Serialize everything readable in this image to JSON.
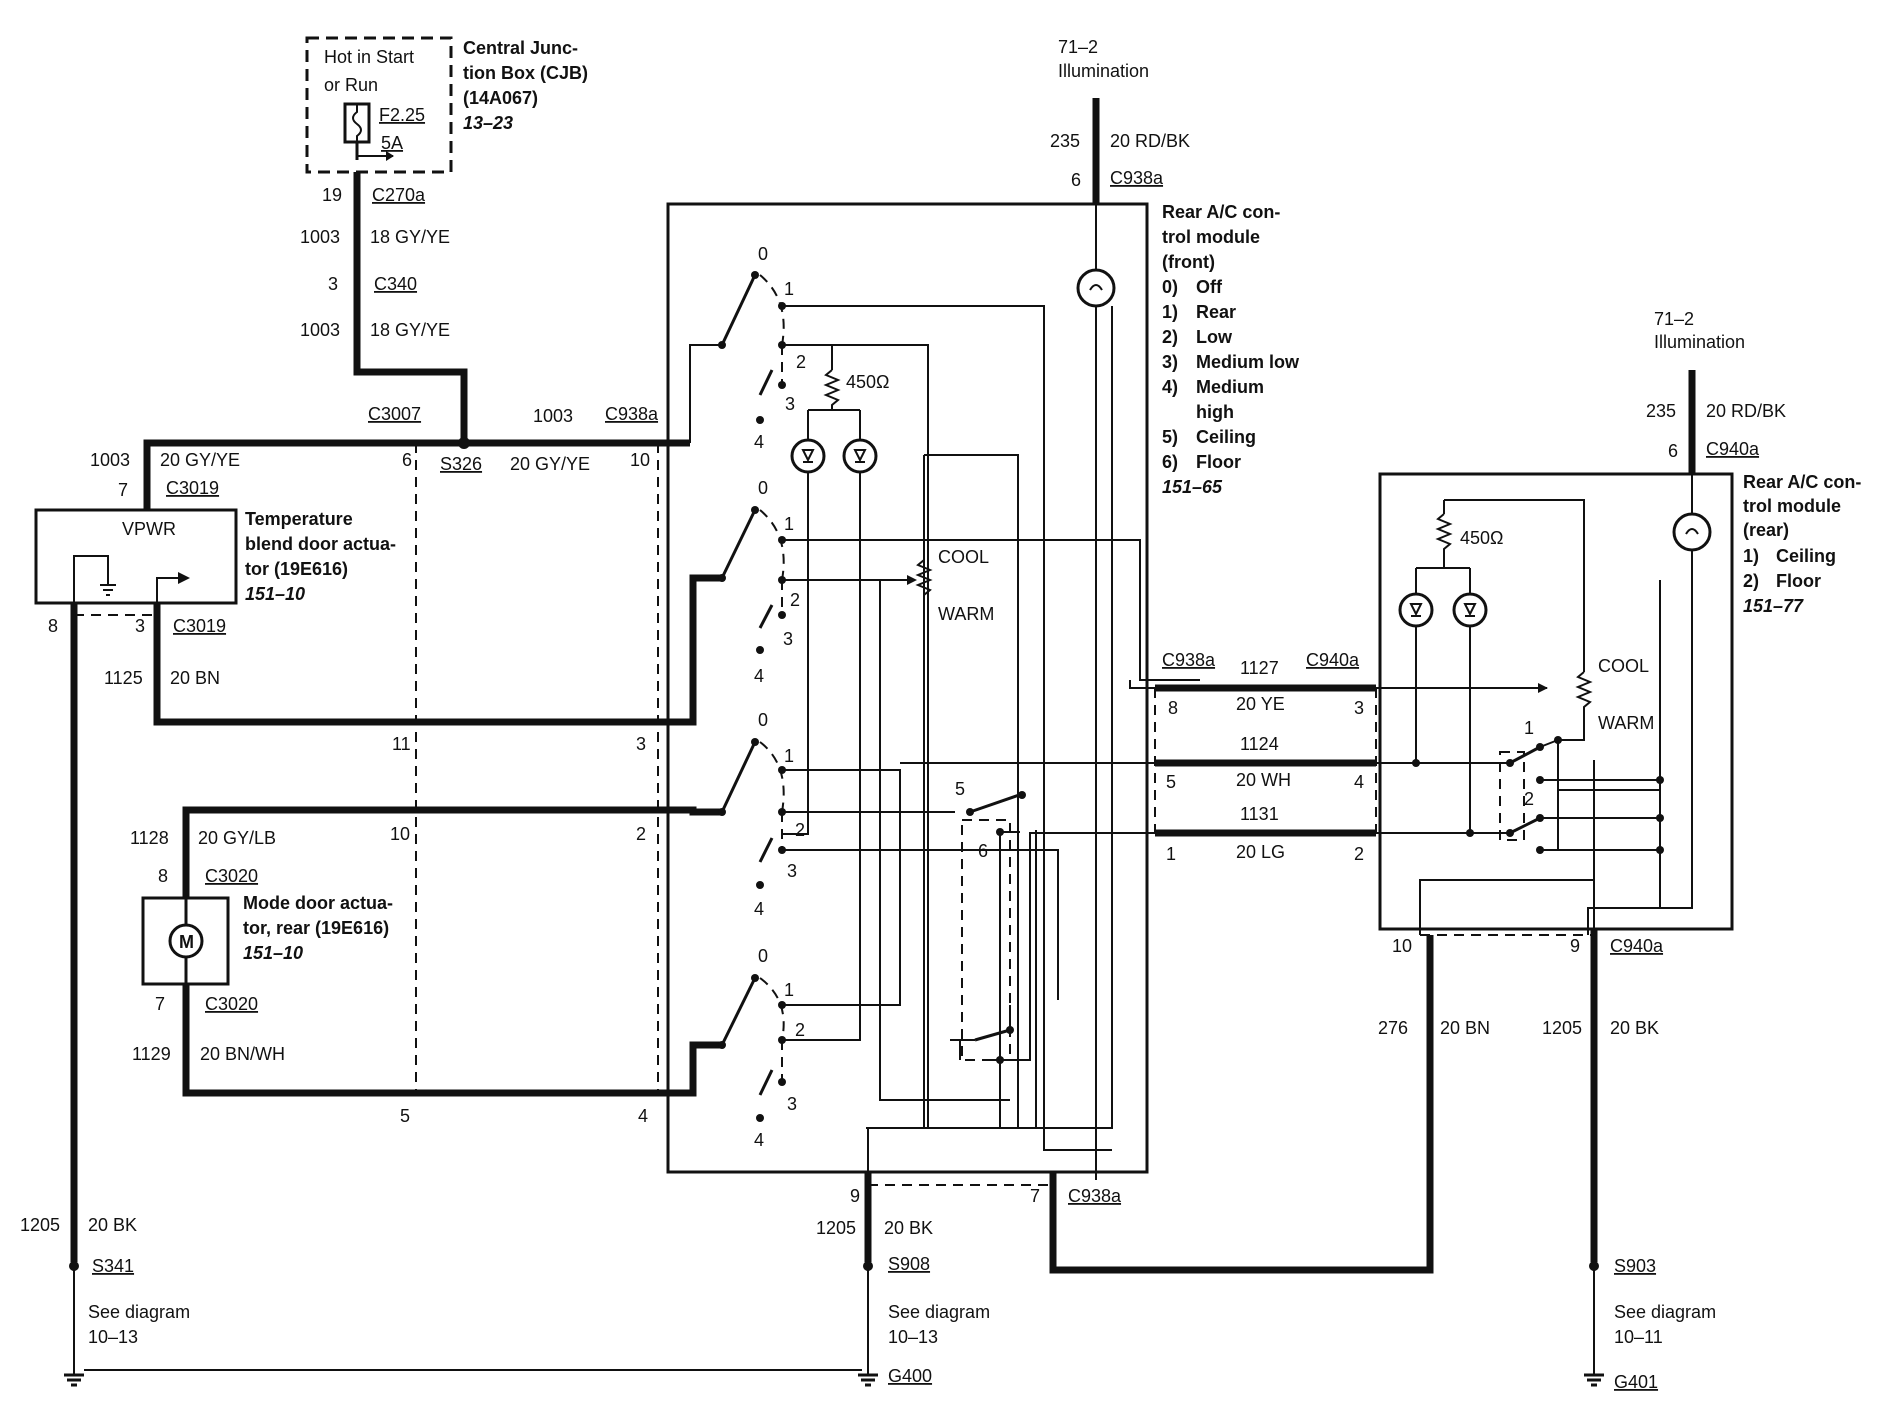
{
  "cjb": {
    "hot_label_1": "Hot in Start",
    "hot_label_2": "or Run",
    "fuse": "F2.25",
    "fuse_rating": "5A",
    "title_1": "Central Junc-",
    "title_2": "tion Box (CJB)",
    "part": "(14A067)",
    "ref": "13–23"
  },
  "illum_front": {
    "title_1": "71–2",
    "title_2": "Illumination",
    "circuit": "235",
    "wire": "20 RD/BK",
    "pin": "6",
    "connector": "C938a"
  },
  "illum_rear": {
    "title_1": "71–2",
    "title_2": "Illumination",
    "circuit": "235",
    "wire": "20 RD/BK",
    "pin": "6",
    "connector": "C940a"
  },
  "feed": {
    "c270a_pin": "19",
    "c270a": "C270a",
    "circuit1": "1003",
    "wire1": "18 GY/YE",
    "c340_pin": "3",
    "c340": "C340",
    "circuit2": "1003",
    "wire2": "18 GY/YE",
    "c3007": "C3007",
    "s326": "S326",
    "circuit3": "1003",
    "c938a": "C938a",
    "circuit_left": "1003",
    "wire_left": "20 GY/YE",
    "pin_left": "7",
    "c3019": "C3019",
    "pin_6": "6",
    "wire_mid": "20 GY/YE",
    "pin_10": "10"
  },
  "front_module": {
    "title": [
      "Rear A/C con-",
      "trol module",
      "(front)"
    ],
    "modes": [
      {
        "n": "0)",
        "label": "Off"
      },
      {
        "n": "1)",
        "label": "Rear"
      },
      {
        "n": "2)",
        "label": "Low"
      },
      {
        "n": "3)",
        "label": "Medium low"
      },
      {
        "n": "4)",
        "label": "Medium"
      },
      {
        "n": "",
        "label": "high"
      },
      {
        "n": "5)",
        "label": "Ceiling"
      },
      {
        "n": "6)",
        "label": "Floor"
      }
    ],
    "ref": "151–65",
    "resistor": "450Ω",
    "cool": "COOL",
    "warm": "WARM",
    "pos": [
      "0",
      "1",
      "2",
      "3",
      "4"
    ],
    "pos5": "5",
    "pos6": "6"
  },
  "temp_actuator": {
    "vpwr": "VPWR",
    "title": [
      "Temperature",
      "blend door actua-",
      "tor (19E616)"
    ],
    "ref": "151–10",
    "pin8": "8",
    "pin3": "3",
    "c3019": "C3019",
    "circuit": "1125",
    "wire": "20 BN",
    "pin11": "11",
    "pin3b": "3"
  },
  "mode_actuator": {
    "title": [
      "Mode door actua-",
      "tor, rear (19E616)"
    ],
    "ref": "151–10",
    "motor": "M",
    "circuit1": "1128",
    "wire1": "20 GY/LB",
    "pin10": "10",
    "pin2": "2",
    "pin8": "8",
    "c3020a": "C3020",
    "pin7": "7",
    "c3020b": "C3020",
    "circuit2": "1129",
    "wire2": "20 BN/WH",
    "pin5": "5",
    "pin4": "4"
  },
  "ground_left": {
    "circuit": "1205",
    "wire": "20 BK",
    "splice": "S341",
    "see_1": "See diagram",
    "see_2": "10–13"
  },
  "ground_mid": {
    "pin9": "9",
    "circuit": "1205",
    "wire": "20 BK",
    "splice": "S908",
    "see_1": "See diagram",
    "see_2": "10–13",
    "ground": "G400",
    "pin7": "7",
    "c938a": "C938a"
  },
  "ground_right": {
    "pin10": "10",
    "pin9": "9",
    "c940a": "C940a",
    "circuit_a": "276",
    "wire_a": "20 BN",
    "circuit_b": "1205",
    "wire_b": "20 BK",
    "splice": "S903",
    "see_1": "See diagram",
    "see_2": "10–11",
    "ground": "G401"
  },
  "interconnect": {
    "c938a": "C938a",
    "c940a": "C940a",
    "c1": "1127",
    "w1": "20 YE",
    "p1l": "8",
    "p1r": "3",
    "c2": "1124",
    "w2": "20 WH",
    "p2l": "5",
    "p2r": "4",
    "c3": "1131",
    "w3": "20 LG",
    "p3l": "1",
    "p3r": "2"
  },
  "rear_module": {
    "title": [
      "Rear A/C con-",
      "trol module",
      "(rear)"
    ],
    "modes": [
      {
        "n": "1)",
        "label": "Ceiling"
      },
      {
        "n": "2)",
        "label": "Floor"
      }
    ],
    "ref": "151–77",
    "resistor": "450Ω",
    "cool": "COOL",
    "warm": "WARM",
    "pos1": "1",
    "pos2": "2"
  }
}
